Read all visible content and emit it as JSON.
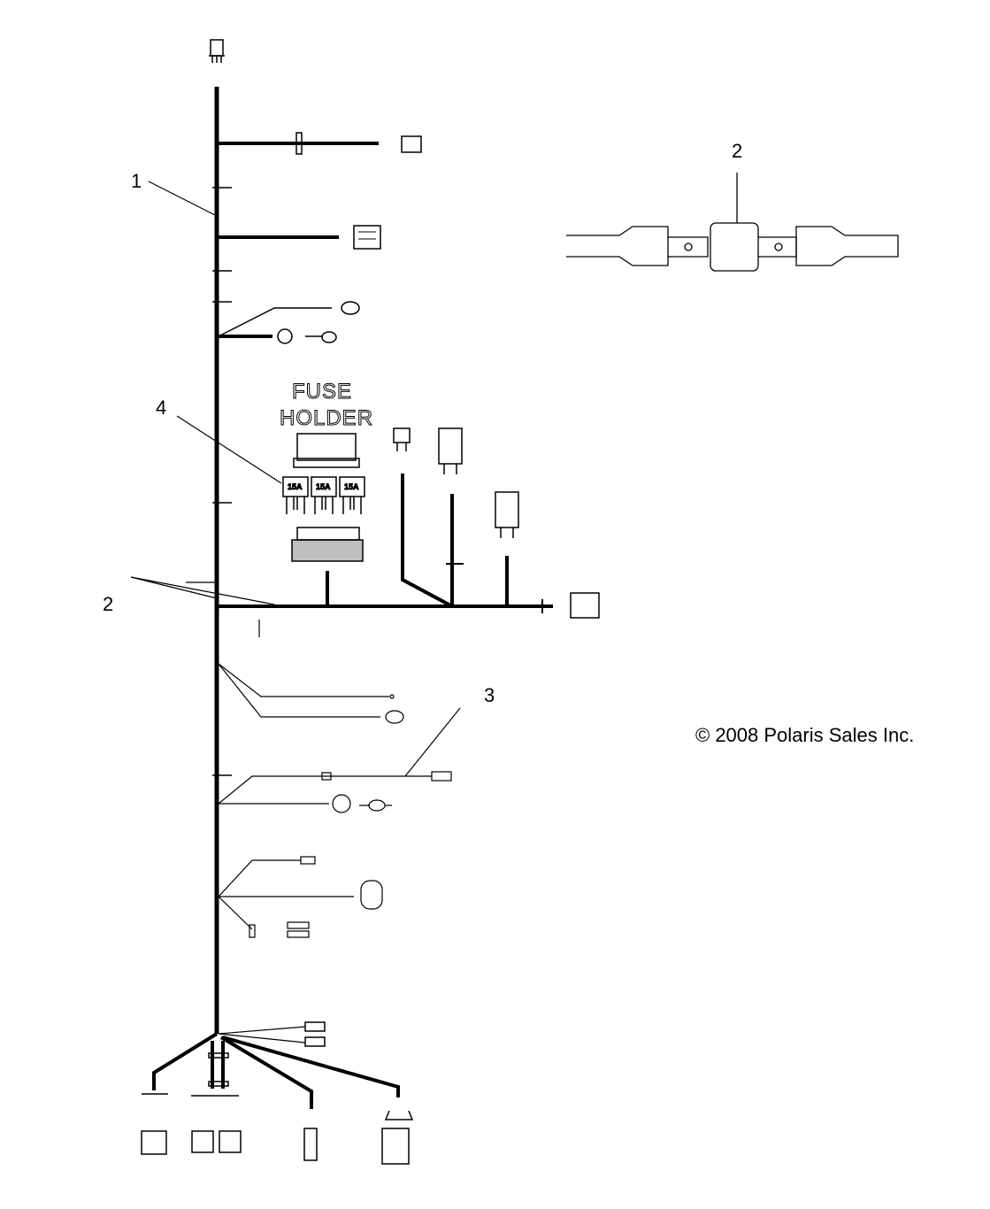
{
  "diagram": {
    "callouts": {
      "c1": "1",
      "c2_main": "2",
      "c3": "3",
      "c4": "4",
      "c2_detail": "2"
    },
    "fuse_holder": {
      "line1": "FUSE",
      "line2": "HOLDER"
    },
    "fuse_labels": [
      "15A",
      "15A",
      "15A"
    ],
    "copyright": "© 2008 Polaris Sales Inc."
  }
}
